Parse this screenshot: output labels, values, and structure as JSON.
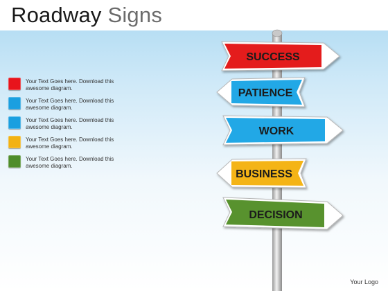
{
  "header": {
    "title_word1": "Roadway",
    "title_word2": "Signs"
  },
  "legend": [
    {
      "color": "#e8141c",
      "text": "Your Text Goes here. Download this awesome diagram."
    },
    {
      "color": "#1a9fe0",
      "text": "Your Text Goes here. Download this awesome diagram."
    },
    {
      "color": "#1a9fe0",
      "text": "Your Text Goes here. Download this awesome diagram."
    },
    {
      "color": "#f2b212",
      "text": "Your Text Goes here. Download this awesome diagram."
    },
    {
      "color": "#4e8d2a",
      "text": "Your Text Goes here. Download this awesome diagram."
    }
  ],
  "signs": [
    {
      "label": "SUCCESS",
      "color": "#e41b1b",
      "direction": "right"
    },
    {
      "label": "PATIENCE",
      "color": "#24a8e6",
      "direction": "left"
    },
    {
      "label": "WORK",
      "color": "#24a8e6",
      "direction": "right"
    },
    {
      "label": "BUSINESS",
      "color": "#f4b414",
      "direction": "left"
    },
    {
      "label": "DECISION",
      "color": "#58922e",
      "direction": "right"
    }
  ],
  "footer": {
    "logo_text": "Your Logo"
  }
}
